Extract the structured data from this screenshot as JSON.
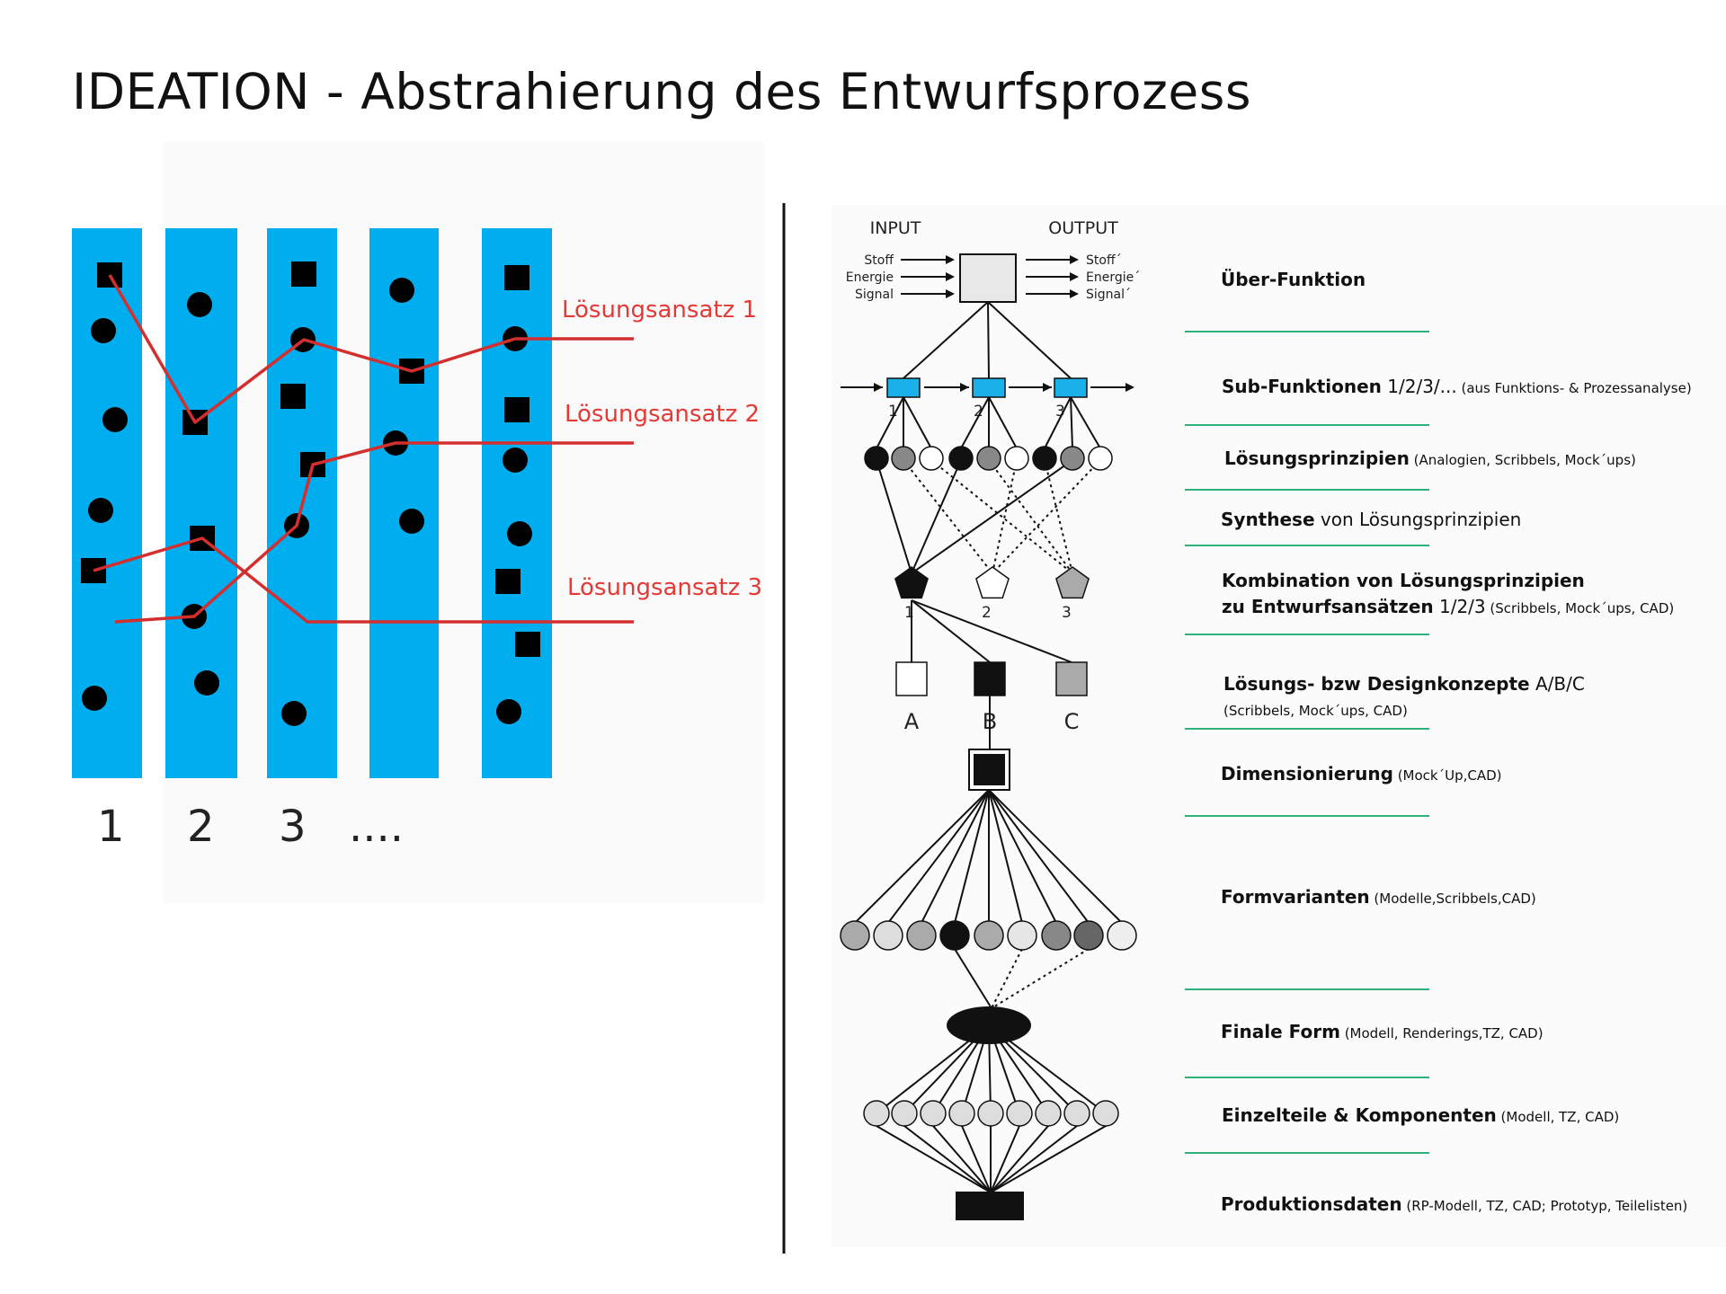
{
  "title": "IDEATION - Abstrahierung des Entwurfsprozess",
  "colors": {
    "column": "#00aeef",
    "connector": "#d32f2f",
    "label": "#e53935",
    "divider": "#111111",
    "stage_line": "#2db37a",
    "sub_box": "#1ab0ea"
  },
  "left": {
    "approaches": [
      "Lösungsansatz 1",
      "Lösungsansatz 2",
      "Lösungsansatz 3"
    ],
    "column_numbers": [
      "1",
      "2",
      "3",
      "...."
    ]
  },
  "right": {
    "input_label": "INPUT",
    "output_label": "OUTPUT",
    "inputs": [
      "Stoff",
      "Energie",
      "Signal"
    ],
    "outputs": [
      "Stoff´",
      "Energie´",
      "Signal´"
    ],
    "sub_numbers": [
      "1",
      "2",
      "3"
    ],
    "combo_numbers": [
      "1",
      "2",
      "3"
    ],
    "concept_letters": [
      "A",
      "B",
      "C"
    ],
    "stages": [
      {
        "bold": "Über-Funktion",
        "normal": "",
        "small": ""
      },
      {
        "bold": "Sub-Funktionen",
        "normal": " 1/2/3/...",
        "small": " (aus Funktions- & Prozessanalyse)"
      },
      {
        "bold": "Lösungsprinzipien",
        "normal": "",
        "small": " (Analogien, Scribbels, Mock´ups)"
      },
      {
        "bold": "Synthese",
        "normal": " von Lösungsprinzipien",
        "small": ""
      },
      {
        "bold": "Kombination von Lösungsprinzipien",
        "normal": "",
        "small": ""
      },
      {
        "bold": "zu Entwurfsansätzen",
        "normal": " 1/2/3",
        "small": " (Scribbels, Mock´ups, CAD)"
      },
      {
        "bold": "Lösungs- bzw Designkonzepte",
        "normal": " A/B/C",
        "small": ""
      },
      {
        "bold": "",
        "normal": "",
        "small": "(Scribbels, Mock´ups, CAD)"
      },
      {
        "bold": "Dimensionierung",
        "normal": "",
        "small": " (Mock´Up,CAD)"
      },
      {
        "bold": "Formvarianten",
        "normal": "",
        "small": " (Modelle,Scribbels,CAD)"
      },
      {
        "bold": "Finale Form",
        "normal": "",
        "small": " (Modell, Renderings,TZ, CAD)"
      },
      {
        "bold": "Einzelteile & Komponenten",
        "normal": "",
        "small": " (Modell, TZ, CAD)"
      },
      {
        "bold": "Produktionsdaten",
        "normal": "",
        "small": " (RP-Modell, TZ, CAD; Prototyp, Teilelisten)"
      }
    ]
  }
}
